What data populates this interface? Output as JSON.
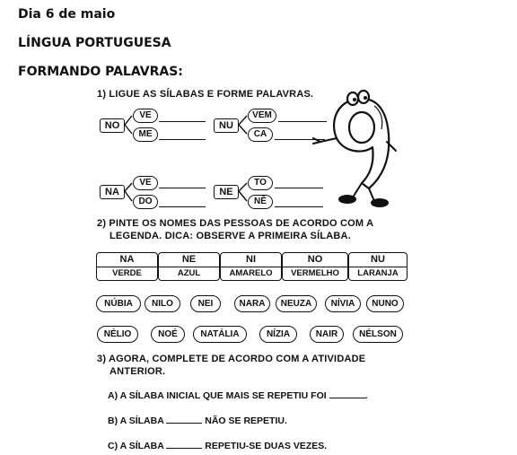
{
  "header": {
    "date": "Dia 6 de maio",
    "subject": "LÍNGUA PORTUGUESA",
    "topic": "FORMANDO PALAVRAS:"
  },
  "ex1": {
    "title": "1) LIGUE AS SÍLABAS E FORME PALAVRAS.",
    "groups": [
      {
        "root": "NO",
        "a": "VE",
        "b": "ME"
      },
      {
        "root": "NU",
        "a": "VEM",
        "b": "CA"
      },
      {
        "root": "NA",
        "a": "VE",
        "b": "DO"
      },
      {
        "root": "NE",
        "a": "TO",
        "b": "NÊ"
      }
    ]
  },
  "ex2": {
    "title_line1": "2) PINTE OS NOMES DAS PESSOAS DE ACORDO COM A",
    "title_line2": "LEGENDA. DICA: OBSERVE A PRIMEIRA SÍLABA.",
    "legend": [
      {
        "syllable": "NA",
        "color_name": "VERDE",
        "color": "#2e8b57"
      },
      {
        "syllable": "NE",
        "color_name": "AZUL",
        "color": "#1e5bd6"
      },
      {
        "syllable": "NI",
        "color_name": "AMARELO",
        "color": "#f2c200"
      },
      {
        "syllable": "NO",
        "color_name": "VERMELHO",
        "color": "#d62020"
      },
      {
        "syllable": "NU",
        "color_name": "LARANJA",
        "color": "#f28a00"
      }
    ],
    "names_row1": [
      "NÚBIA",
      "NILO",
      "NEI",
      "NARA",
      "NEUZA",
      "NÍVIA",
      "NUNO"
    ],
    "names_row2": [
      "NÉLIO",
      "NOÉ",
      "NATÁLIA",
      "NÍZIA",
      "NAIR",
      "NÉLSON"
    ]
  },
  "ex3": {
    "title_line1": "3) AGORA, COMPLETE DE ACORDO COM A ATIVIDADE",
    "title_line2": "ANTERIOR.",
    "a_before": "A) A SÍLABA INICIAL QUE MAIS SE REPETIU FOI",
    "a_after": ".",
    "b_before": "B) A SÍLABA",
    "b_after": "NÃO SE REPETIU.",
    "c_before": "C) A SÍLABA",
    "c_after": "REPETIU-SE DUAS VEZES."
  },
  "mascot": {
    "icon": "number-nine-mascot-icon"
  }
}
